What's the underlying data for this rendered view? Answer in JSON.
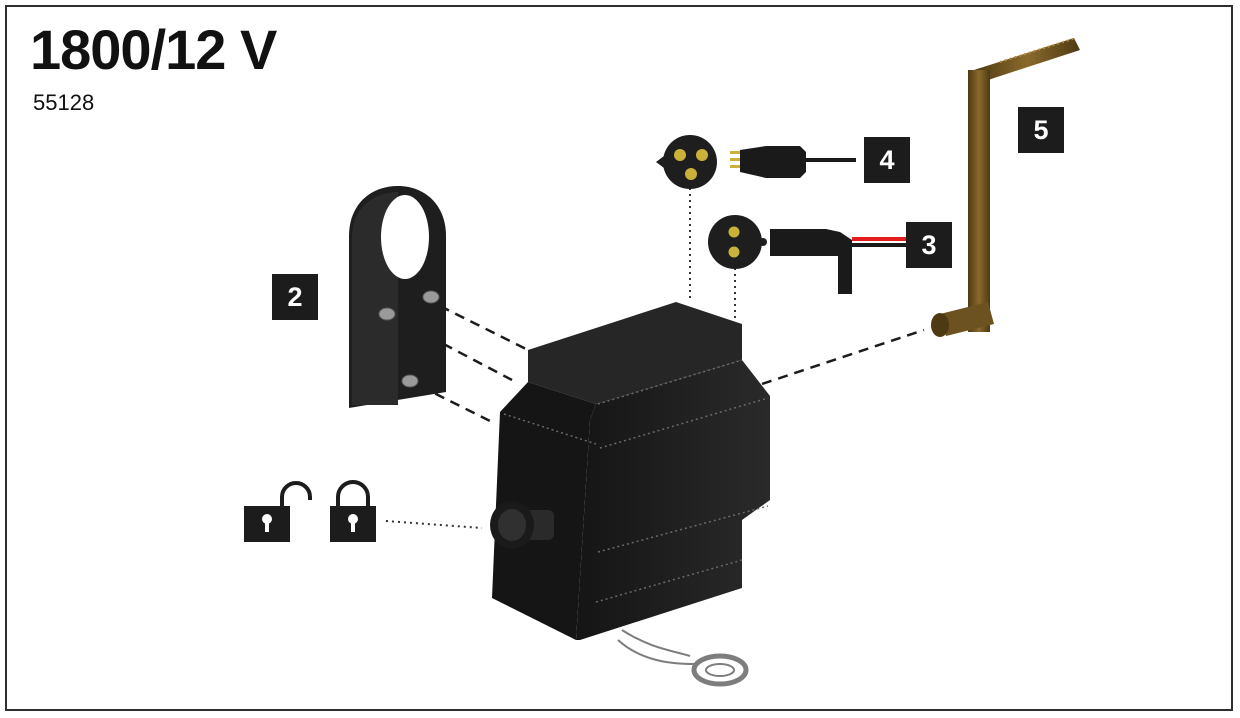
{
  "header": {
    "title": "1800/12 V",
    "article_number": "55128"
  },
  "callouts": [
    {
      "id": "bracket",
      "label": "2"
    },
    {
      "id": "power-cable",
      "label": "3"
    },
    {
      "id": "control-cable",
      "label": "4"
    },
    {
      "id": "hand-crank",
      "label": "5"
    }
  ],
  "icons": {
    "unlock": "padlock-open-icon",
    "lock": "padlock-closed-icon"
  },
  "colors": {
    "badge": "#1c1c1c",
    "motor_body": "#1e1e1e",
    "crank": "#6b5220",
    "cable_red": "#e11d1d",
    "pin_gold": "#c9b13a"
  }
}
